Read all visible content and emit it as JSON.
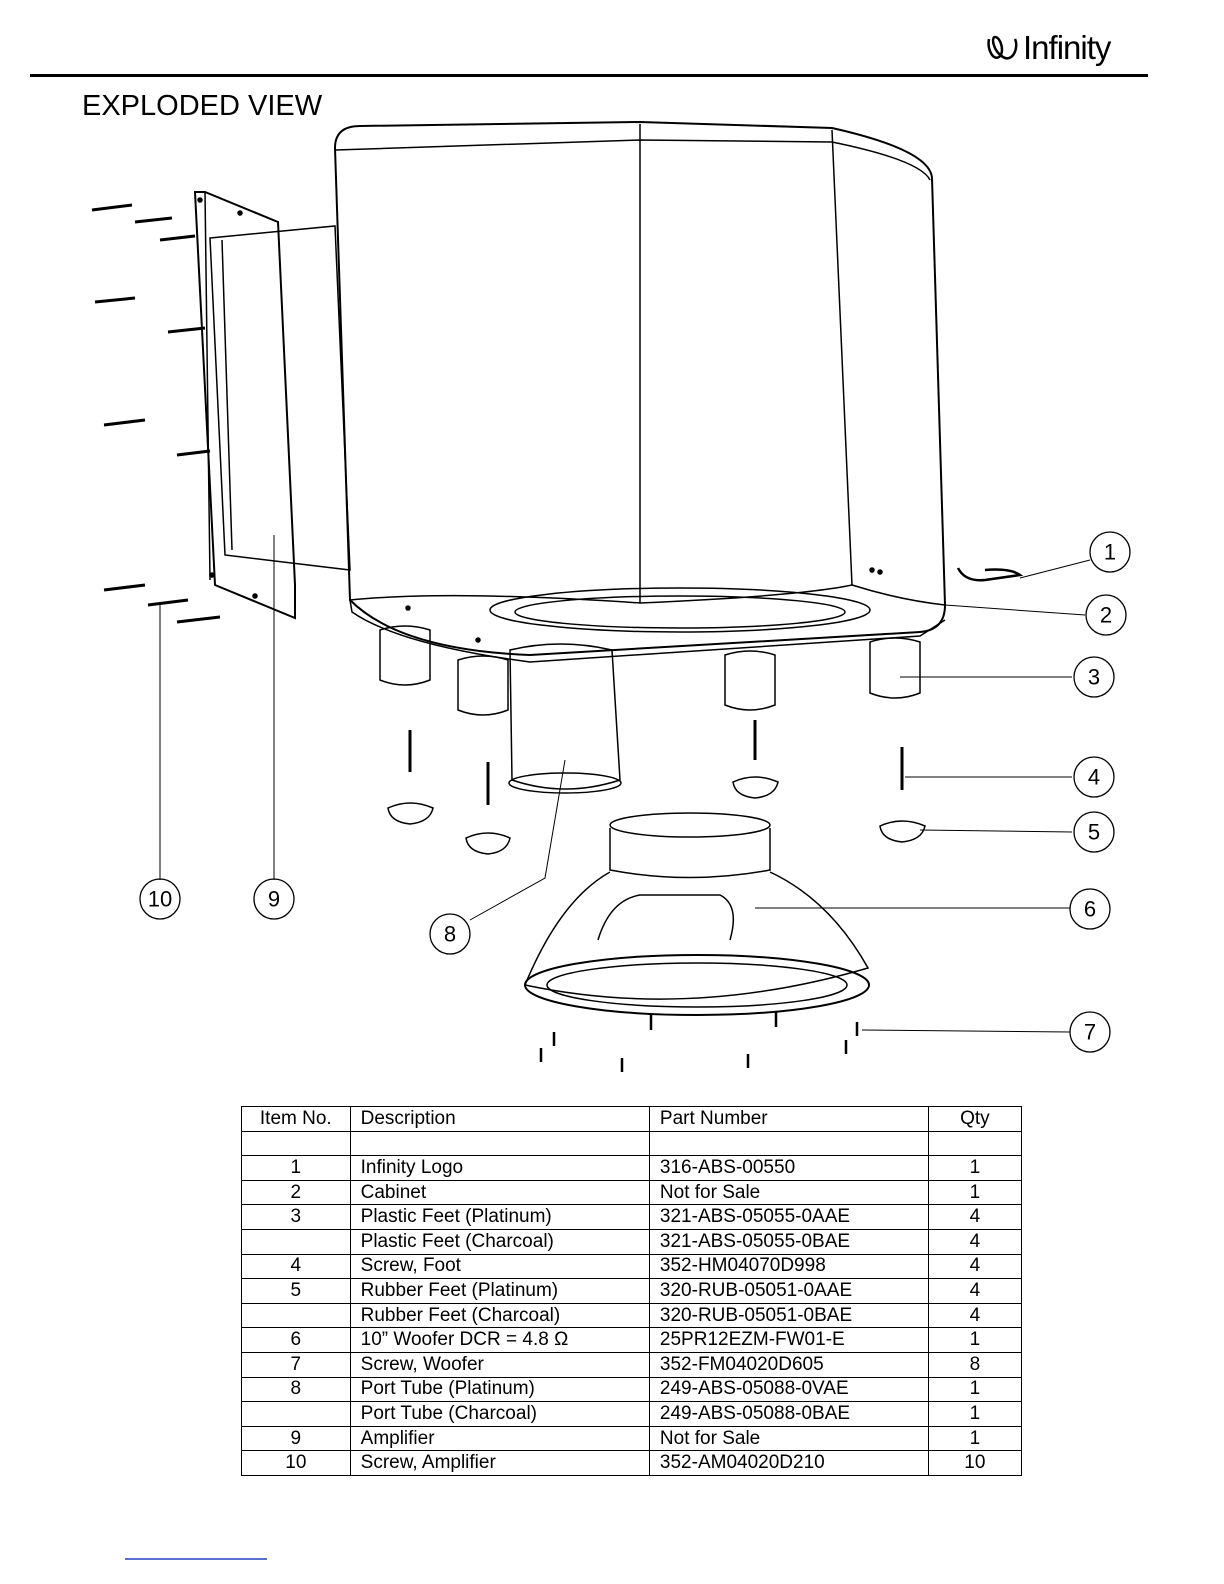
{
  "header": {
    "brand": "Infinity",
    "title": "EXPLODED VIEW"
  },
  "callouts": [
    "1",
    "2",
    "3",
    "4",
    "5",
    "6",
    "7",
    "8",
    "9",
    "10"
  ],
  "table": {
    "headers": [
      "Item No.",
      "Description",
      "Part Number",
      "Qty"
    ],
    "rows": [
      {
        "item": "",
        "desc": "",
        "part": "",
        "qty": ""
      },
      {
        "item": "1",
        "desc": "Infinity Logo",
        "part": "316-ABS-00550",
        "qty": "1"
      },
      {
        "item": "2",
        "desc": "Cabinet",
        "part": "Not for Sale",
        "qty": "1"
      },
      {
        "item": "3",
        "desc": "Plastic Feet (Platinum)",
        "part": "321-ABS-05055-0AAE",
        "qty": "4"
      },
      {
        "item": "",
        "desc": "Plastic Feet (Charcoal)",
        "part": "321-ABS-05055-0BAE",
        "qty": "4"
      },
      {
        "item": "4",
        "desc": "Screw, Foot",
        "part": "352-HM04070D998",
        "qty": "4"
      },
      {
        "item": "5",
        "desc": "Rubber Feet (Platinum)",
        "part": "320-RUB-05051-0AAE",
        "qty": "4"
      },
      {
        "item": "",
        "desc": "Rubber Feet (Charcoal)",
        "part": "320-RUB-05051-0BAE",
        "qty": "4"
      },
      {
        "item": "6",
        "desc": "10” Woofer DCR = 4.8 Ω",
        "part": "25PR12EZM-FW01-E",
        "qty": "1"
      },
      {
        "item": "7",
        "desc": "Screw, Woofer",
        "part": "352-FM04020D605",
        "qty": "8"
      },
      {
        "item": "8",
        "desc": "Port Tube (Platinum)",
        "part": "249-ABS-05088-0VAE",
        "qty": "1"
      },
      {
        "item": "",
        "desc": "Port Tube (Charcoal)",
        "part": "249-ABS-05088-0BAE",
        "qty": "1"
      },
      {
        "item": "9",
        "desc": "Amplifier",
        "part": "Not for Sale",
        "qty": "1"
      },
      {
        "item": "10",
        "desc": "Screw, Amplifier",
        "part": "352-AM04020D210",
        "qty": "10"
      }
    ]
  }
}
